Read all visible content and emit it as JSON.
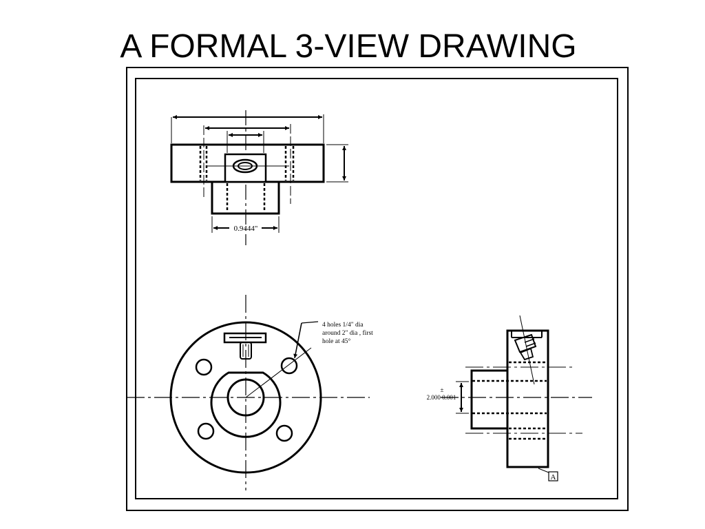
{
  "slide": {
    "title": "A FORMAL 3-VIEW DRAWING"
  },
  "drawing": {
    "top_view": {
      "dimension_width": "0.9444\""
    },
    "front_view": {
      "note": [
        "4 holes  1/4\" dia",
        "around 2\" dia , first",
        "hole at 45°"
      ]
    },
    "side_view": {
      "tolerance_symbol": "±",
      "dimension_diameter": "2.000 0.001",
      "section_label": "A"
    }
  }
}
